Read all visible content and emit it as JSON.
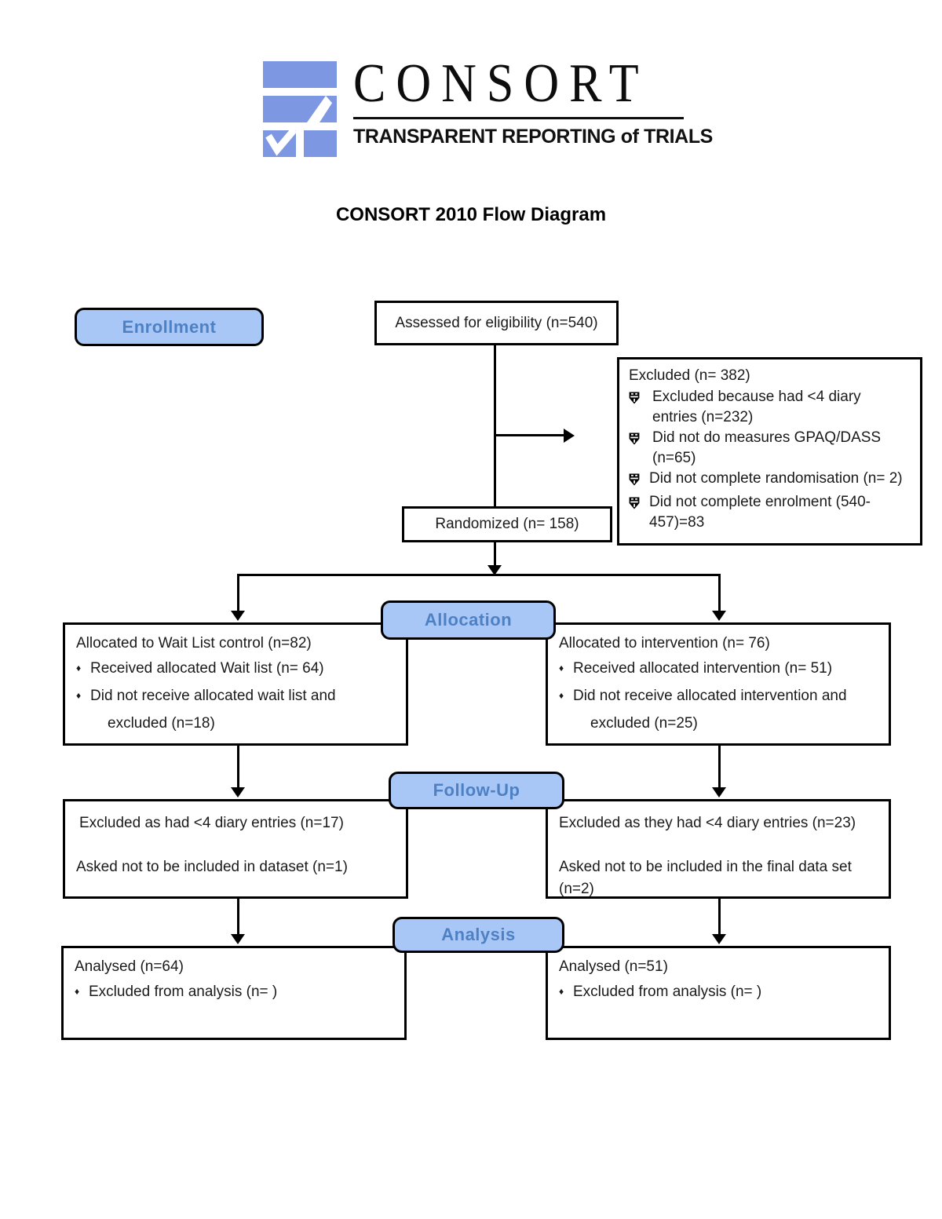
{
  "logo": {
    "brand": "CONSORT",
    "tagline": "TRANSPARENT REPORTING of TRIALS",
    "blue": "#7d97e3"
  },
  "title": "CONSORT 2010 Flow Diagram",
  "stages": {
    "enrollment": "Enrollment",
    "allocation": "Allocation",
    "followup": "Follow-Up",
    "analysis": "Analysis"
  },
  "boxes": {
    "assessed": "Assessed for eligibility (n=540)",
    "excluded": {
      "title": "Excluded (n= 382)",
      "items": [
        "Excluded because had <4 diary entries (n=232)",
        "Did not do measures GPAQ/DASS (n=65)",
        "Did not complete randomisation (n= 2)",
        "Did not complete enrolment (540-457)=83"
      ]
    },
    "randomized": "Randomized (n= 158)",
    "alloc_left": {
      "line1": "Allocated to Wait List control (n=82)",
      "bullet1": "Received allocated Wait list (n= 64)",
      "bullet2": "Did not receive allocated wait list and",
      "bullet2_cont": "excluded (n=18)"
    },
    "alloc_right": {
      "line1": "Allocated to intervention (n= 76)",
      "bullet1": "Received allocated intervention (n= 51)",
      "bullet2": "Did not receive allocated intervention and",
      "bullet2_cont": "excluded (n=25)"
    },
    "fu_left": {
      "line1": "Excluded as had <4 diary entries (n=17)",
      "line2": "Asked not to be included in dataset (n=1)"
    },
    "fu_right": {
      "line1": "Excluded as they had <4 diary entries (n=23)",
      "line2": "Asked not to be included in the final data set (n=2)"
    },
    "an_left": {
      "line1": "Analysed (n=64)",
      "bullet1": "Excluded from analysis (n= )"
    },
    "an_right": {
      "line1": "Analysed (n=51)",
      "bullet1": "Excluded from analysis (n=  )"
    }
  },
  "colors": {
    "pill_fill": "#a9c7f6",
    "pill_text": "#4e81c4",
    "line": "#000000"
  }
}
